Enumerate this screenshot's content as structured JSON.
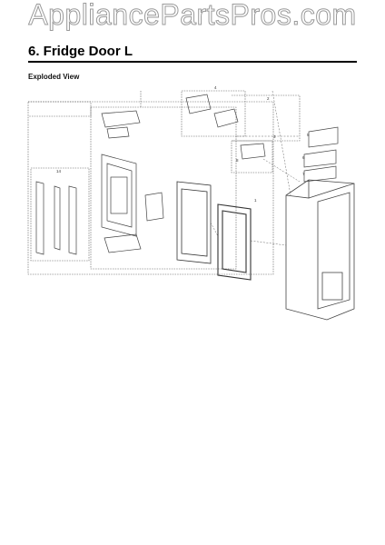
{
  "watermark": "AppliancePartsPros.com",
  "header": {
    "title": "6.  Fridge Door L",
    "subtitle": "Exploded View"
  },
  "diagram": {
    "callouts": [
      "1",
      "2",
      "3",
      "4",
      "5",
      "6",
      "7",
      "8",
      "14"
    ],
    "colors": {
      "line": "#444444",
      "dash": "#666666",
      "watermark_stroke": "#9a9a9a"
    }
  }
}
